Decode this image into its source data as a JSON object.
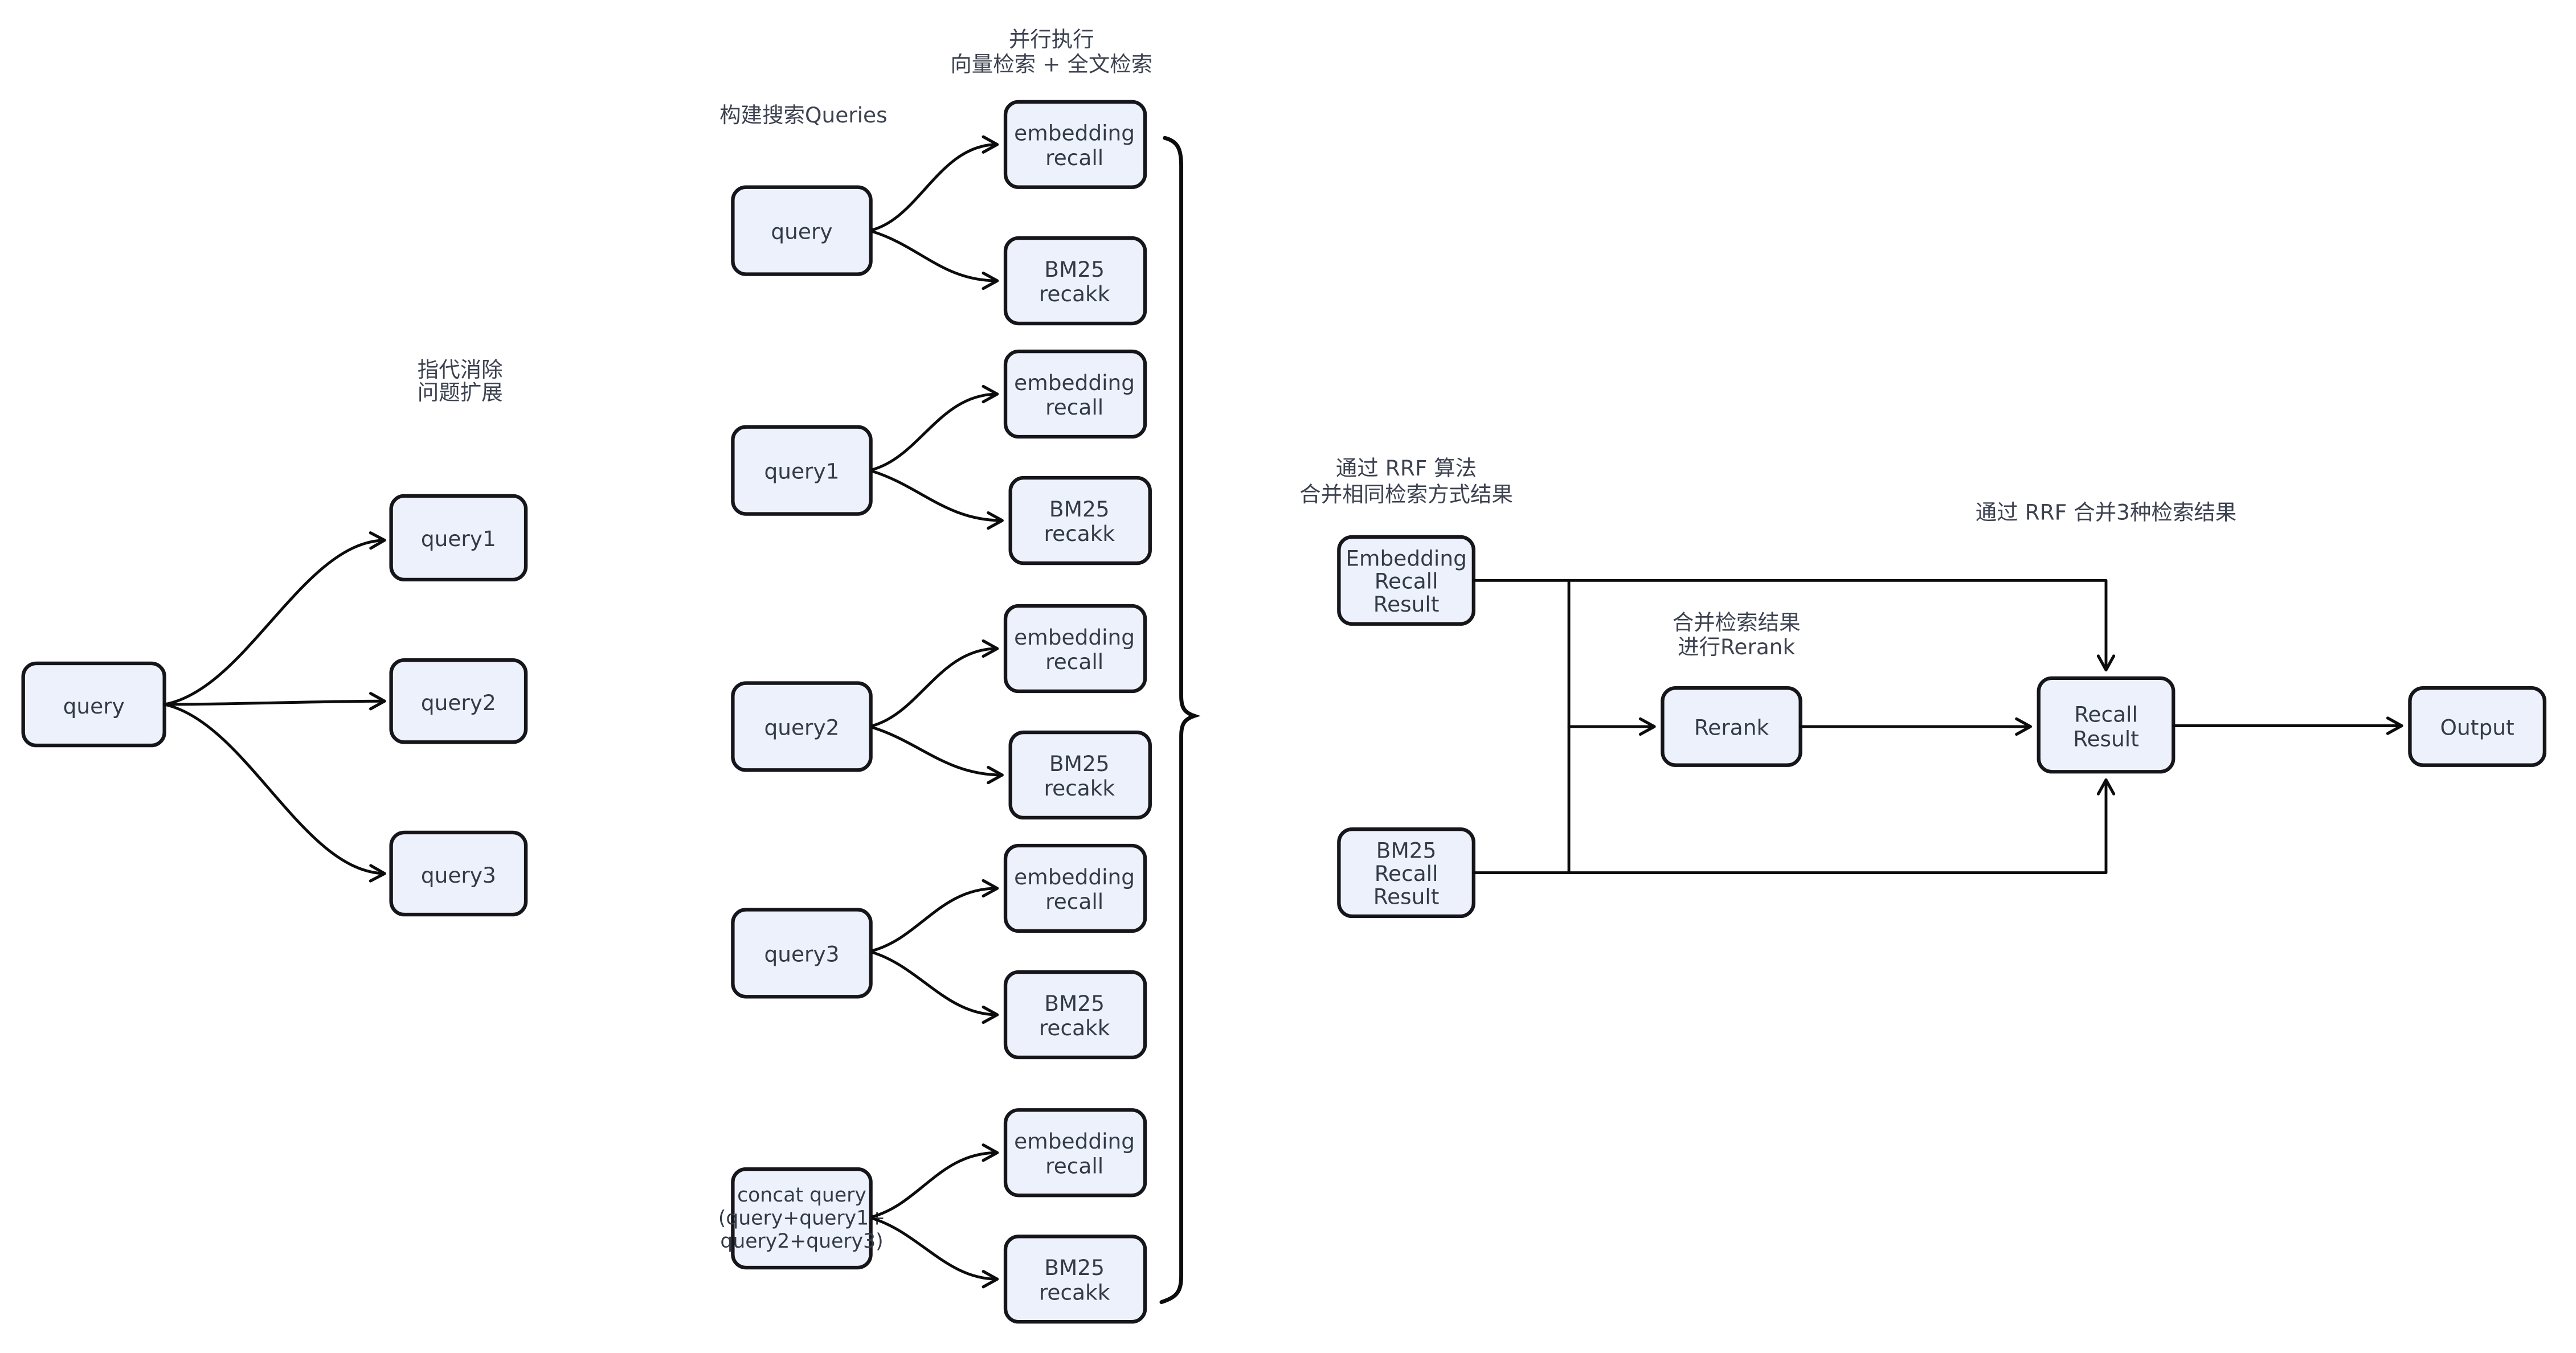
{
  "diagram": {
    "type": "flowchart",
    "background": "#ffffff",
    "node_fill": "#edf1fb",
    "node_border": "#16161a",
    "node_text_color": "#333a48",
    "wire_color": "#0c0c0c"
  },
  "annotations": {
    "coref": [
      "指代消除",
      "问题扩展"
    ],
    "build_queries": "构建搜索Queries",
    "parallel_exec": [
      "并行执行",
      "向量检索 + 全文检索"
    ],
    "rrf_same": [
      "通过 RRF 算法",
      "合并相同检索方式结果"
    ],
    "merge_rerank": [
      "合并检索结果",
      "进行Rerank"
    ],
    "rrf_merge3": "通过 RRF 合并3种检索结果"
  },
  "labels": {
    "query": "query",
    "query1": "query1",
    "query2": "query2",
    "query3": "query3",
    "concat_query": [
      "concat query",
      "(query+query1+",
      "query2+query3)"
    ],
    "embedding_recall": [
      "embedding",
      "recall"
    ],
    "bm25_recall": [
      "BM25",
      "recakk"
    ],
    "embedding_recall_result": [
      "Embedding",
      "Recall",
      "Result"
    ],
    "bm25_recall_result": [
      "BM25",
      "Recall",
      "Result"
    ],
    "rerank": "Rerank",
    "recall_result": [
      "Recall",
      "Result"
    ],
    "output": "Output"
  }
}
